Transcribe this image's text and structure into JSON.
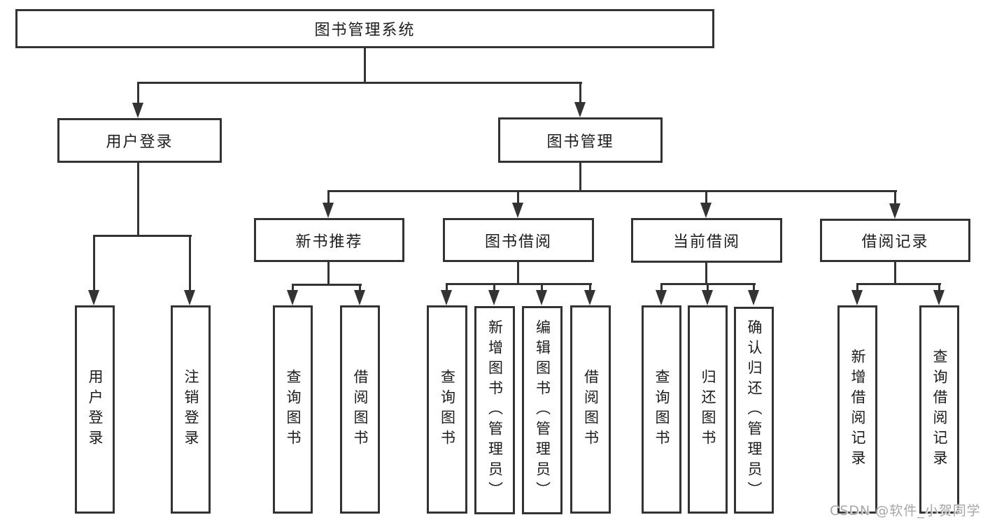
{
  "tree": {
    "root": "图书管理系统",
    "login": {
      "label": "用户登录",
      "children": [
        "用户登录",
        "注销登录"
      ]
    },
    "management": {
      "label": "图书管理",
      "children": [
        {
          "label": "新书推荐",
          "children": [
            "查询图书",
            "借阅图书"
          ]
        },
        {
          "label": "图书借阅",
          "children": [
            "查询图书",
            "新增图书（管理员）",
            "编辑图书（管理员）",
            "借阅图书"
          ]
        },
        {
          "label": "当前借阅",
          "children": [
            "查询图书",
            "归还图书",
            "确认归还（管理员）"
          ]
        },
        {
          "label": "借阅记录",
          "children": [
            "新增借阅记录",
            "查询借阅记录"
          ]
        }
      ]
    }
  },
  "watermark": "CSDN @软件_小贺同学",
  "colors": {
    "line": "#333333",
    "text": "#1c1c1c",
    "watermark": "#a6a6a6",
    "background": "#ffffff"
  }
}
